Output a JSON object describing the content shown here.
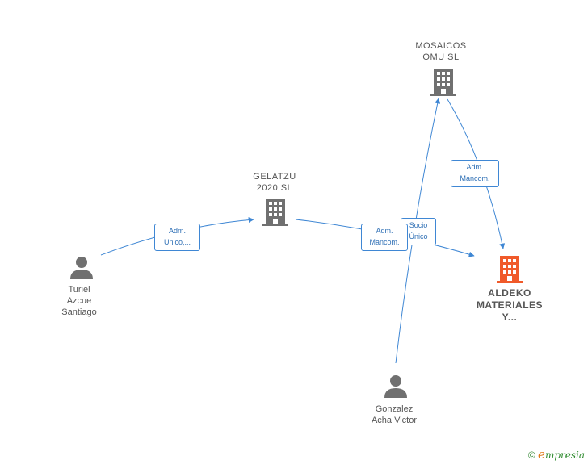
{
  "nodes": {
    "mosaicos": {
      "label": "MOSAICOS\nOMU  SL",
      "type": "company"
    },
    "gelatzu": {
      "label": "GELATZU\n2020  SL",
      "type": "company"
    },
    "aldeko": {
      "label": "ALDEKO\nMATERIALES\nY...",
      "type": "company-focus"
    },
    "turiel": {
      "label": "Turiel\nAzcue\nSantiago",
      "type": "person"
    },
    "gonzalez": {
      "label": "Gonzalez\nAcha Victor",
      "type": "person"
    }
  },
  "edges": {
    "turiel_gelatzu": {
      "line1": "Adm.",
      "line2": "Unico,..."
    },
    "gelatzu_aldeko": {
      "line1": "Adm.",
      "line2": "Mancom."
    },
    "gonzalez_mosaicos": {
      "line1": "Socio",
      "line2": "Único"
    },
    "mosaicos_aldeko": {
      "line1": "Adm.",
      "line2": "Mancom."
    }
  },
  "colors": {
    "edge": "#3f87d4",
    "company_icon": "#707070",
    "focus_icon": "#f05a2a",
    "person_icon": "#707070"
  },
  "footer": {
    "copyright": "©",
    "brand_e": "e",
    "brand_rest": "mpresia"
  }
}
